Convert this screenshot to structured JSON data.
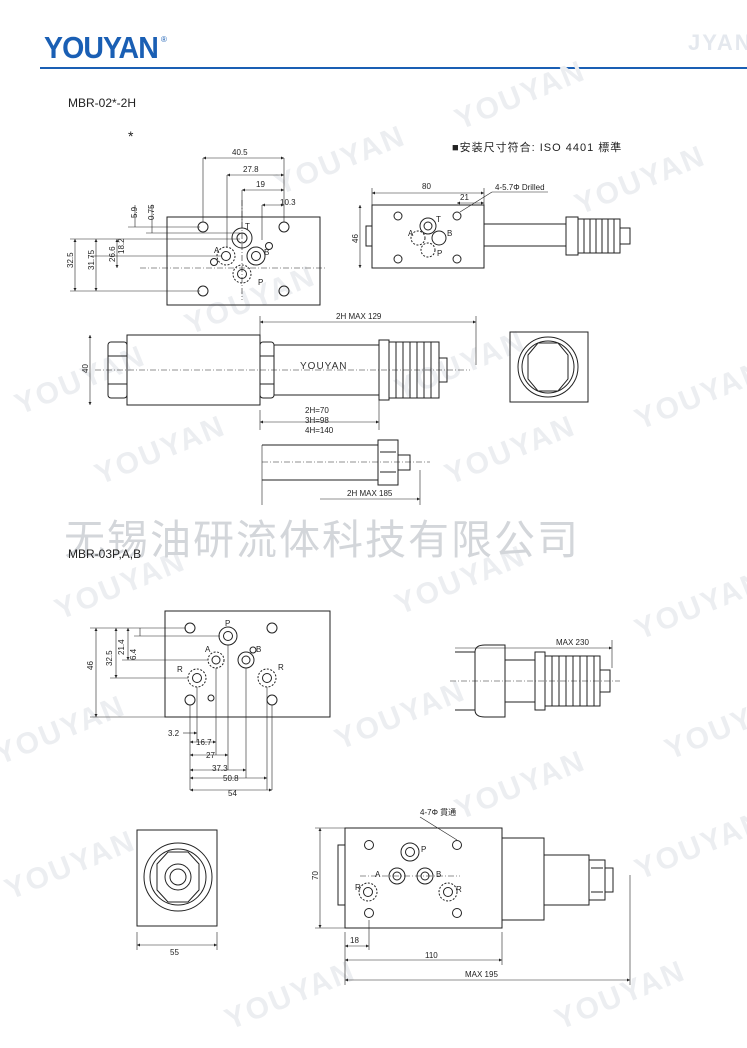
{
  "header": {
    "logo_text": "YOUYAN",
    "registered_mark": "®",
    "corner_watermark": "JYAN"
  },
  "section1": {
    "title": "MBR-02*-2H",
    "asterisk": "*",
    "standard_note": "■安装尺寸符合: ISO 4401 標準",
    "dims": {
      "d40_5": "40.5",
      "d27_8": "27.8",
      "d19": "19",
      "d10_3": "10.3",
      "d5_9": "5.9",
      "d0_75": "0.75",
      "d32_5": "32.5",
      "d31_75": "31.75",
      "d26_6": "26.6",
      "d18_2": "18.2",
      "d80": "80",
      "d21": "21",
      "drilled": "4-5.7Φ Drilled",
      "d46": "46",
      "max_129": "2H   MAX   129",
      "d40": "40",
      "h2": "2H=70",
      "h3": "3H=98",
      "h4": "4H=140",
      "max_185": "2H MAX 185"
    },
    "ports": {
      "A": "A",
      "B": "B",
      "T": "T",
      "P": "P"
    },
    "body_text": "YOUYAN"
  },
  "company_name": "无锡油研流体科技有限公司",
  "section2": {
    "title": "MBR-03P,A,B",
    "dims": {
      "d21_4": "21.4",
      "d6_4": "6.4",
      "d32_5": "32.5",
      "d46": "46",
      "d3_2": "3.2",
      "d16_7": "16.7",
      "d27": "27",
      "d37_3": "37.3",
      "d50_8": "50.8",
      "d54": "54",
      "max_230": "MAX 230",
      "through": "4-7Φ 貫通",
      "d70": "70",
      "d18": "18",
      "d110": "110",
      "max_195": "MAX   195",
      "d55": "55"
    },
    "ports": {
      "P": "P",
      "A": "A",
      "B": "B",
      "R": "R"
    }
  },
  "watermark": "YOUYAN"
}
